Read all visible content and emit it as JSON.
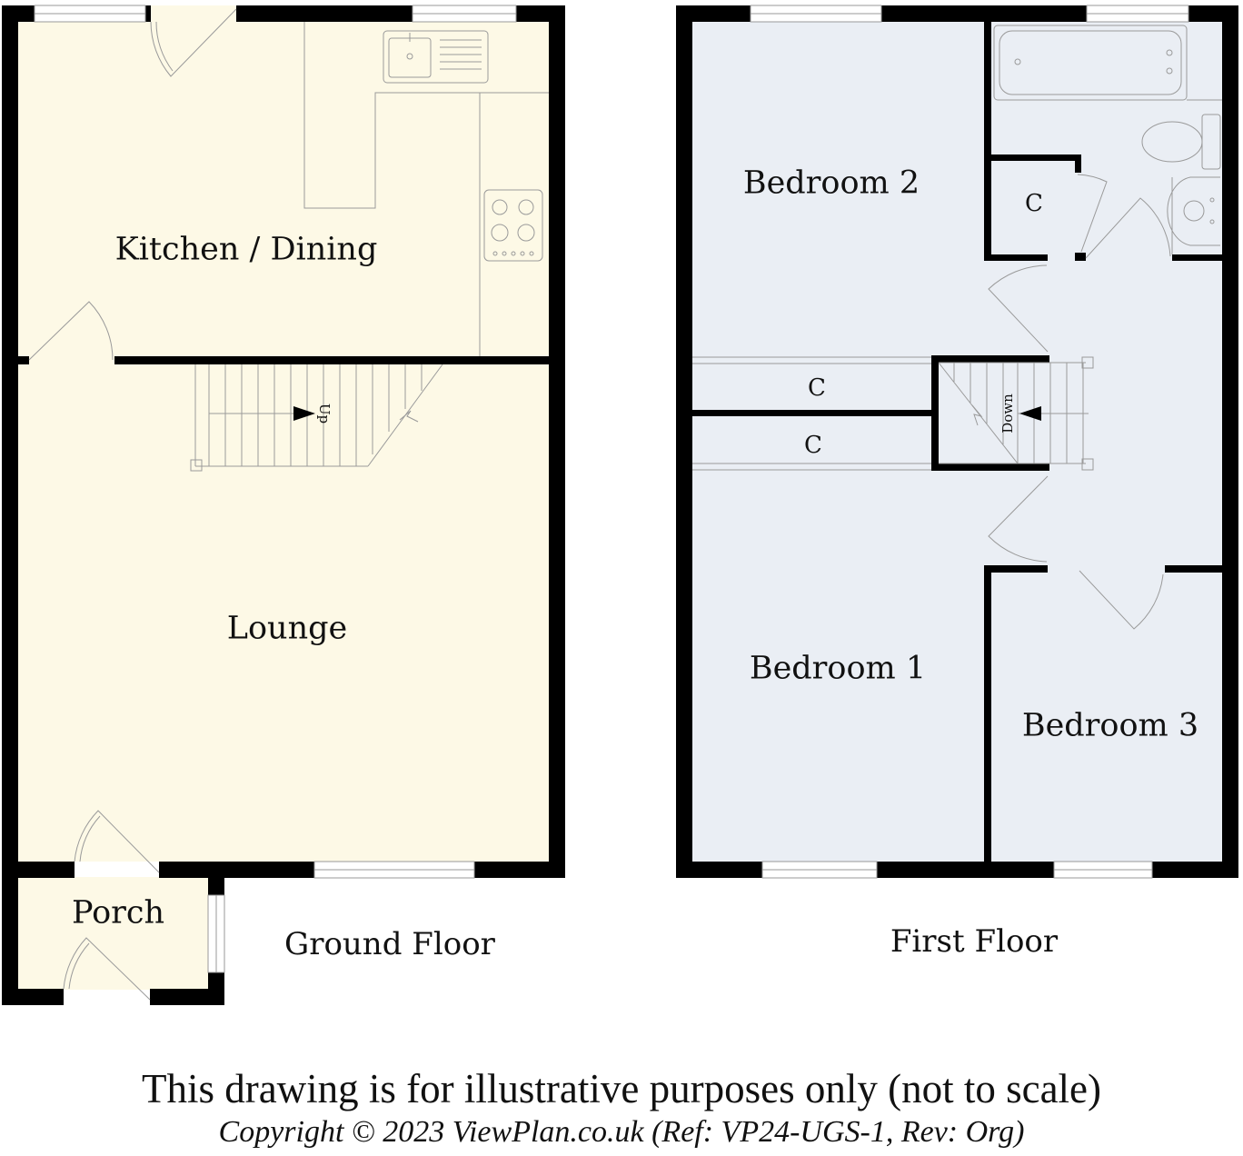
{
  "ground_floor": {
    "title": "Ground Floor",
    "fill_color": "#fdf9e6",
    "rooms": {
      "kitchen_dining": "Kitchen / Dining",
      "lounge": "Lounge",
      "porch": "Porch"
    },
    "stairs_label": "Up"
  },
  "first_floor": {
    "title": "First Floor",
    "fill_color": "#eaeef4",
    "rooms": {
      "bedroom_1": "Bedroom 1",
      "bedroom_2": "Bedroom 2",
      "bedroom_3": "Bedroom 3",
      "cupboard_bathroom": "C",
      "cupboard_upper": "C",
      "cupboard_lower": "C"
    },
    "stairs_label": "Down"
  },
  "footer": {
    "disclaimer": "This drawing is for illustrative purposes only (not to scale)",
    "copyright": "Copyright © 2023 ViewPlan.co.uk  (Ref: VP24-UGS-1,  Rev: Org)"
  }
}
